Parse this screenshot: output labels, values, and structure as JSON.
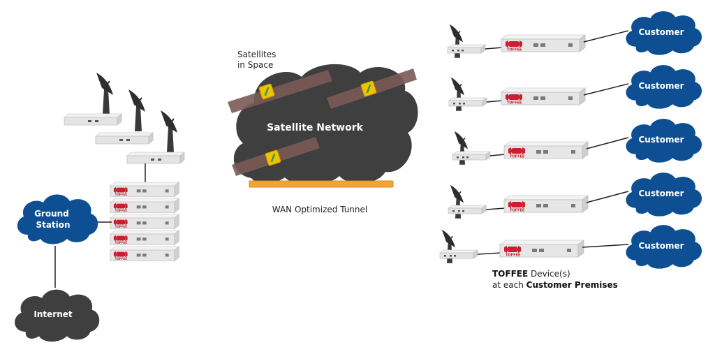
{
  "satellites_label": [
    "Satellites",
    "in Space"
  ],
  "satellite_network_label": "Satellite Network",
  "wan_label": "WAN Optimized Tunnel",
  "ground_station_label": [
    "Ground",
    "Station"
  ],
  "internet_label": "Internet",
  "customer_label": "Customer",
  "device_brand": "TOFFEE",
  "footer_line1": {
    "bold": "TOFFEE",
    "rest": " Device(s)"
  },
  "footer_line2": {
    "plain": "at each ",
    "bold": "Customer Premises"
  },
  "colors": {
    "customer_cloud": "#0e4f93",
    "dark_cloud": "#3f3f3f",
    "tunnel": "#f2a33a",
    "satellite_body": "#f2c200",
    "satellite_panel": "#7a5a55",
    "brand_red": "#c8202f"
  },
  "icons": [
    "satellite-dish-icon",
    "router-icon",
    "toffee-device-icon",
    "satellite-icon",
    "cloud-icon"
  ]
}
